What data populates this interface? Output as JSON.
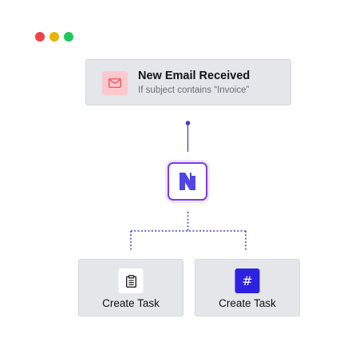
{
  "window": {
    "controls": [
      "close",
      "minimize",
      "maximize"
    ],
    "colors": {
      "close": "#ef4444",
      "minimize": "#eab308",
      "maximize": "#22c55e"
    }
  },
  "trigger": {
    "icon": "mail-icon",
    "title": "New Email Received",
    "subtitle": "If subject contains “Invoice”"
  },
  "app": {
    "icon": "n-logo-icon",
    "accent": "#7c3aed",
    "logo_color": "#4f46e5"
  },
  "actions": [
    {
      "icon": "clipboard-icon",
      "label": "Create Task"
    },
    {
      "icon": "hash-icon",
      "label": "Create Task",
      "icon_glyph": "#"
    }
  ],
  "colors": {
    "connector": "#4338ca",
    "card_bg": "#e5e6ea"
  }
}
